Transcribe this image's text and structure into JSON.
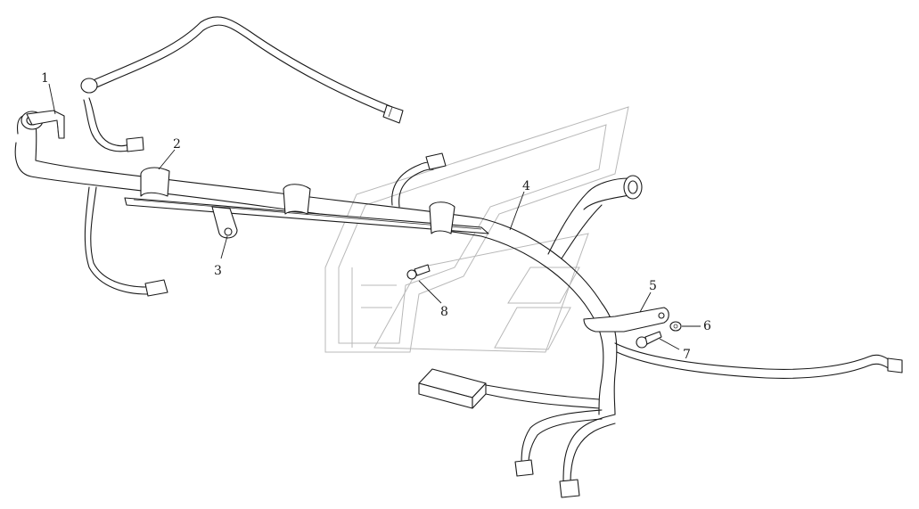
{
  "callouts": [
    {
      "id": "1",
      "text": "1"
    },
    {
      "id": "2",
      "text": "2"
    },
    {
      "id": "3",
      "text": "3"
    },
    {
      "id": "4",
      "text": "4"
    },
    {
      "id": "5",
      "text": "5"
    },
    {
      "id": "6",
      "text": "6"
    },
    {
      "id": "7",
      "text": "7"
    },
    {
      "id": "8",
      "text": "8"
    }
  ],
  "colors": {
    "line": "#1a1a1a",
    "watermark": "#b8b8b8",
    "background": "#ffffff"
  }
}
